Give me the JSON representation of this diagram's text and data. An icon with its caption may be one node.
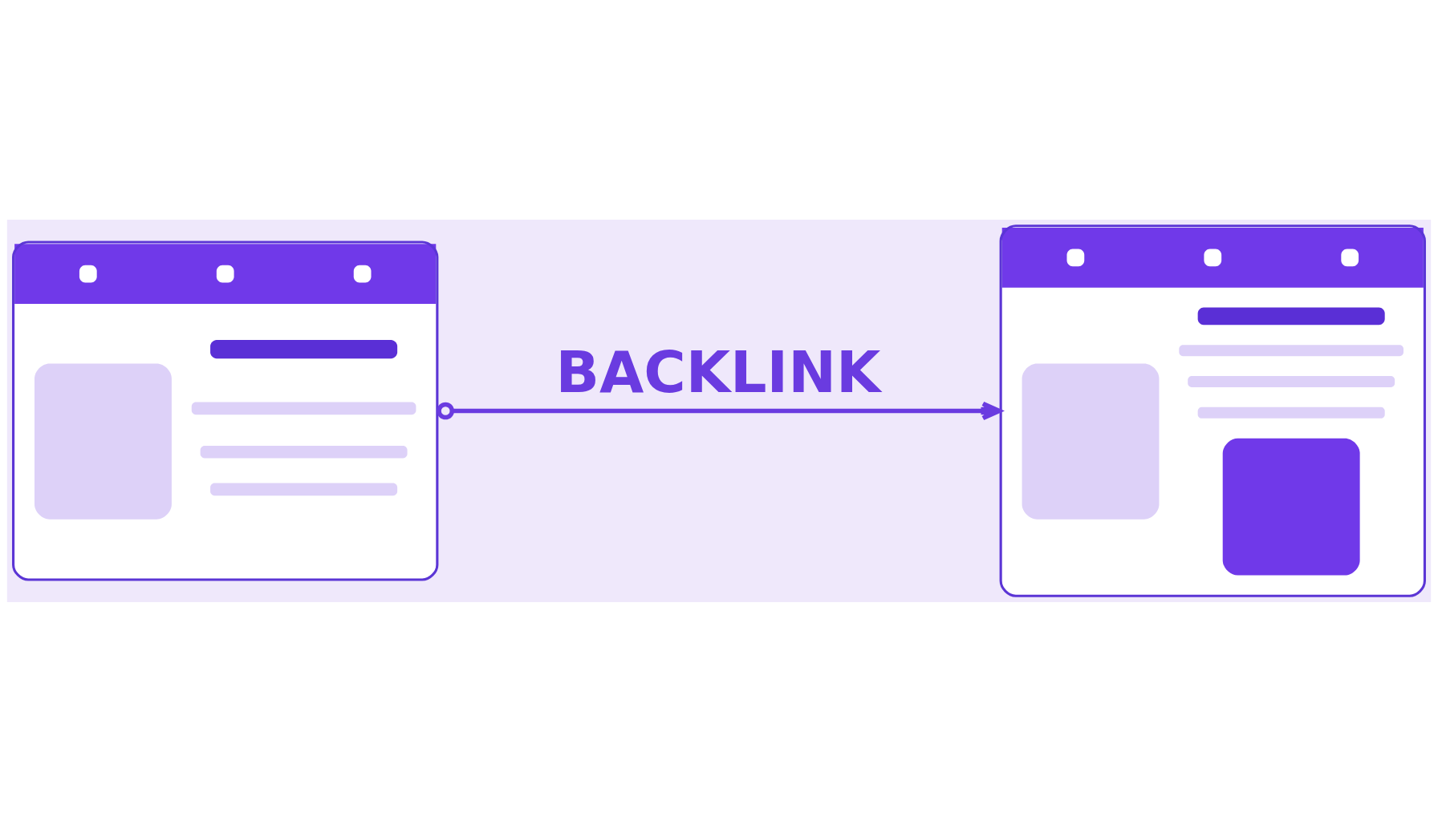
{
  "diagram": {
    "nodes": [
      {
        "text": [],
        "shape": "picture"
      },
      {
        "text": [],
        "shape": "picture"
      }
    ],
    "edges": [
      {
        "from": 0,
        "to": 1,
        "arrow": "to",
        "label": "BACKLINK"
      }
    ]
  }
}
